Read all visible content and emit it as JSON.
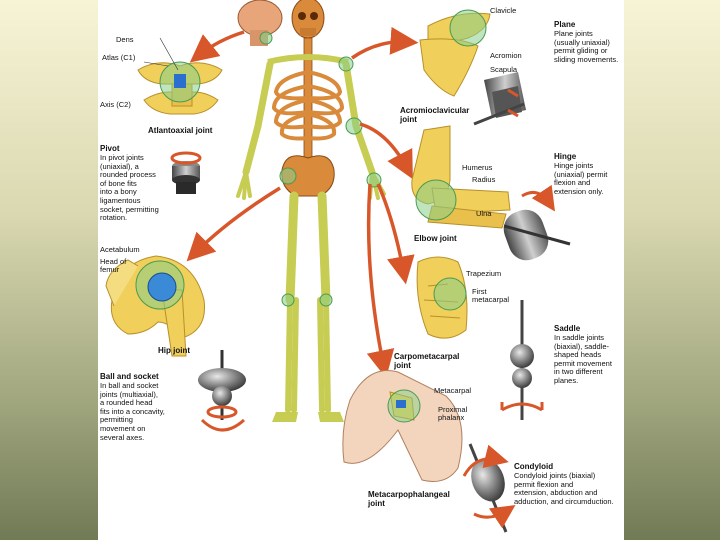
{
  "colors": {
    "bone": "#f0cf5a",
    "bone_dark": "#c9a030",
    "skeleton": "#c7cc52",
    "axial_skeleton": "#d98a3a",
    "joint_highlight": "#88d08a",
    "arrow": "#d8572a",
    "background_top": "#f7f4d6",
    "background_bottom": "#707a55"
  },
  "joints": {
    "atlantoaxial": {
      "title": "Atlantoaxial joint",
      "labels": {
        "dens": "Dens",
        "atlas": "Atlas (C1)",
        "axis": "Axis (C2)"
      }
    },
    "pivot": {
      "title": "Pivot",
      "description": "In pivot joints\n(uniaxial), a\nrounded process\nof bone fits\ninto a bony\nligamentous\nsocket, permitting\nrotation."
    },
    "hip": {
      "title": "Hip joint",
      "labels": {
        "acetabulum": "Acetabulum",
        "head_of_femur": "Head of\nfemur"
      }
    },
    "ball_and_socket": {
      "title": "Ball and socket",
      "description": "In ball and socket\njoints (multiaxial),\na rounded head\nfits into a concavity,\npermitting\nmovement on\nseveral axes."
    },
    "acromioclavicular": {
      "title": "Acromioclavicular\njoint",
      "labels": {
        "clavicle": "Clavicle",
        "acromion": "Acromion",
        "scapula": "Scapula"
      }
    },
    "plane": {
      "title": "Plane",
      "description": "Plane joints\n(usually uniaxial)\npermit gliding or\nsliding movements."
    },
    "elbow": {
      "title": "Elbow joint",
      "labels": {
        "humerus": "Humerus",
        "radius": "Radius",
        "ulna": "Ulna"
      }
    },
    "hinge": {
      "title": "Hinge",
      "description": "Hinge joints\n(uniaxial) permit\nflexion and\nextension only."
    },
    "carpometacarpal": {
      "title": "Carpometacarpal\njoint",
      "labels": {
        "trapezium": "Trapezium",
        "first_metacarpal": "First\nmetacarpal"
      }
    },
    "saddle": {
      "title": "Saddle",
      "description": "In saddle joints\n(biaxial), saddle-\nshaped heads\npermit movement\nin two different\nplanes."
    },
    "metacarpophalangeal": {
      "title": "Metacarpophalangeal\njoint",
      "labels": {
        "metacarpal": "Metacarpal",
        "proximal_phalanx": "Proximal\nphalanx"
      }
    },
    "condyloid": {
      "title": "Condyloid",
      "description": "Condyloid joints (biaxial)\npermit flexion and\nextension, abduction and\nadduction, and circumduction."
    }
  }
}
